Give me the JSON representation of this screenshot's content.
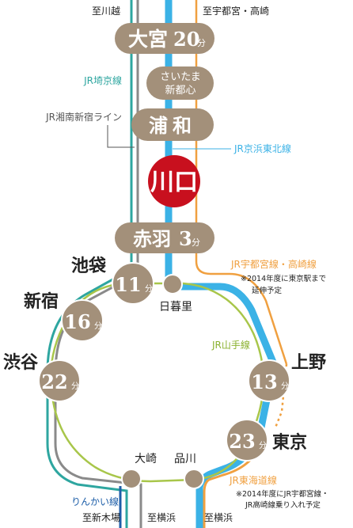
{
  "colors": {
    "station_fill": "#a3907a",
    "station_text": "#ffffff",
    "kawaguchi_fill": "#c8101e",
    "keihin_tohoku": "#3bb2e6",
    "saikyo": "#2ea6a0",
    "shonan_shinjuku": "#8a8a8a",
    "utsunomiya_takasaki": "#f0a040",
    "yamanote": "#a8c64a",
    "rinkai": "#1d5ea8",
    "tokaido": "#f0a040",
    "label_text": "#222222"
  },
  "directions": {
    "kawagoe": "至川越",
    "utsunomiya_takasaki": "至宇都宮・高崎",
    "shinkiba": "至新木場",
    "yokohama_1": "至横浜",
    "yokohama_2": "至横浜"
  },
  "stations": {
    "omiya": {
      "name": "大宮",
      "time": "20",
      "unit": "分"
    },
    "saitama_shintoshin": {
      "line1": "さいたま",
      "line2": "新都心"
    },
    "urawa": {
      "name": "浦和"
    },
    "kawaguchi": {
      "name": "川口"
    },
    "akabane": {
      "name": "赤羽",
      "time": "3",
      "unit": "分"
    },
    "ikebukuro": {
      "name": "池袋",
      "time": "11",
      "unit": "分"
    },
    "shinjuku": {
      "name": "新宿",
      "time": "16",
      "unit": "分"
    },
    "shibuya": {
      "name": "渋谷",
      "time": "22",
      "unit": "分"
    },
    "ueno": {
      "name": "上野",
      "time": "13",
      "unit": "分"
    },
    "tokyo": {
      "name": "東京",
      "time": "23",
      "unit": "分"
    },
    "nippori": {
      "name": "日暮里"
    },
    "osaki": {
      "name": "大崎"
    },
    "shinagawa": {
      "name": "品川"
    }
  },
  "lines": {
    "saikyo": "JR埼京線",
    "shonan_shinjuku": "JR湘南新宿ライン",
    "keihin_tohoku": "JR京浜東北線",
    "utsunomiya_takasaki": "JR宇都宮線・高崎線",
    "utsunomiya_note_1": "※2014年度に東京駅まで",
    "utsunomiya_note_2": "延伸予定",
    "yamanote": "JR山手線",
    "tokaido": "JR東海道線",
    "tokaido_note_1": "※2014年度にJR宇都宮線・",
    "tokaido_note_2": "JR高崎線乗り入れ予定",
    "rinkai": "りんかい線"
  }
}
